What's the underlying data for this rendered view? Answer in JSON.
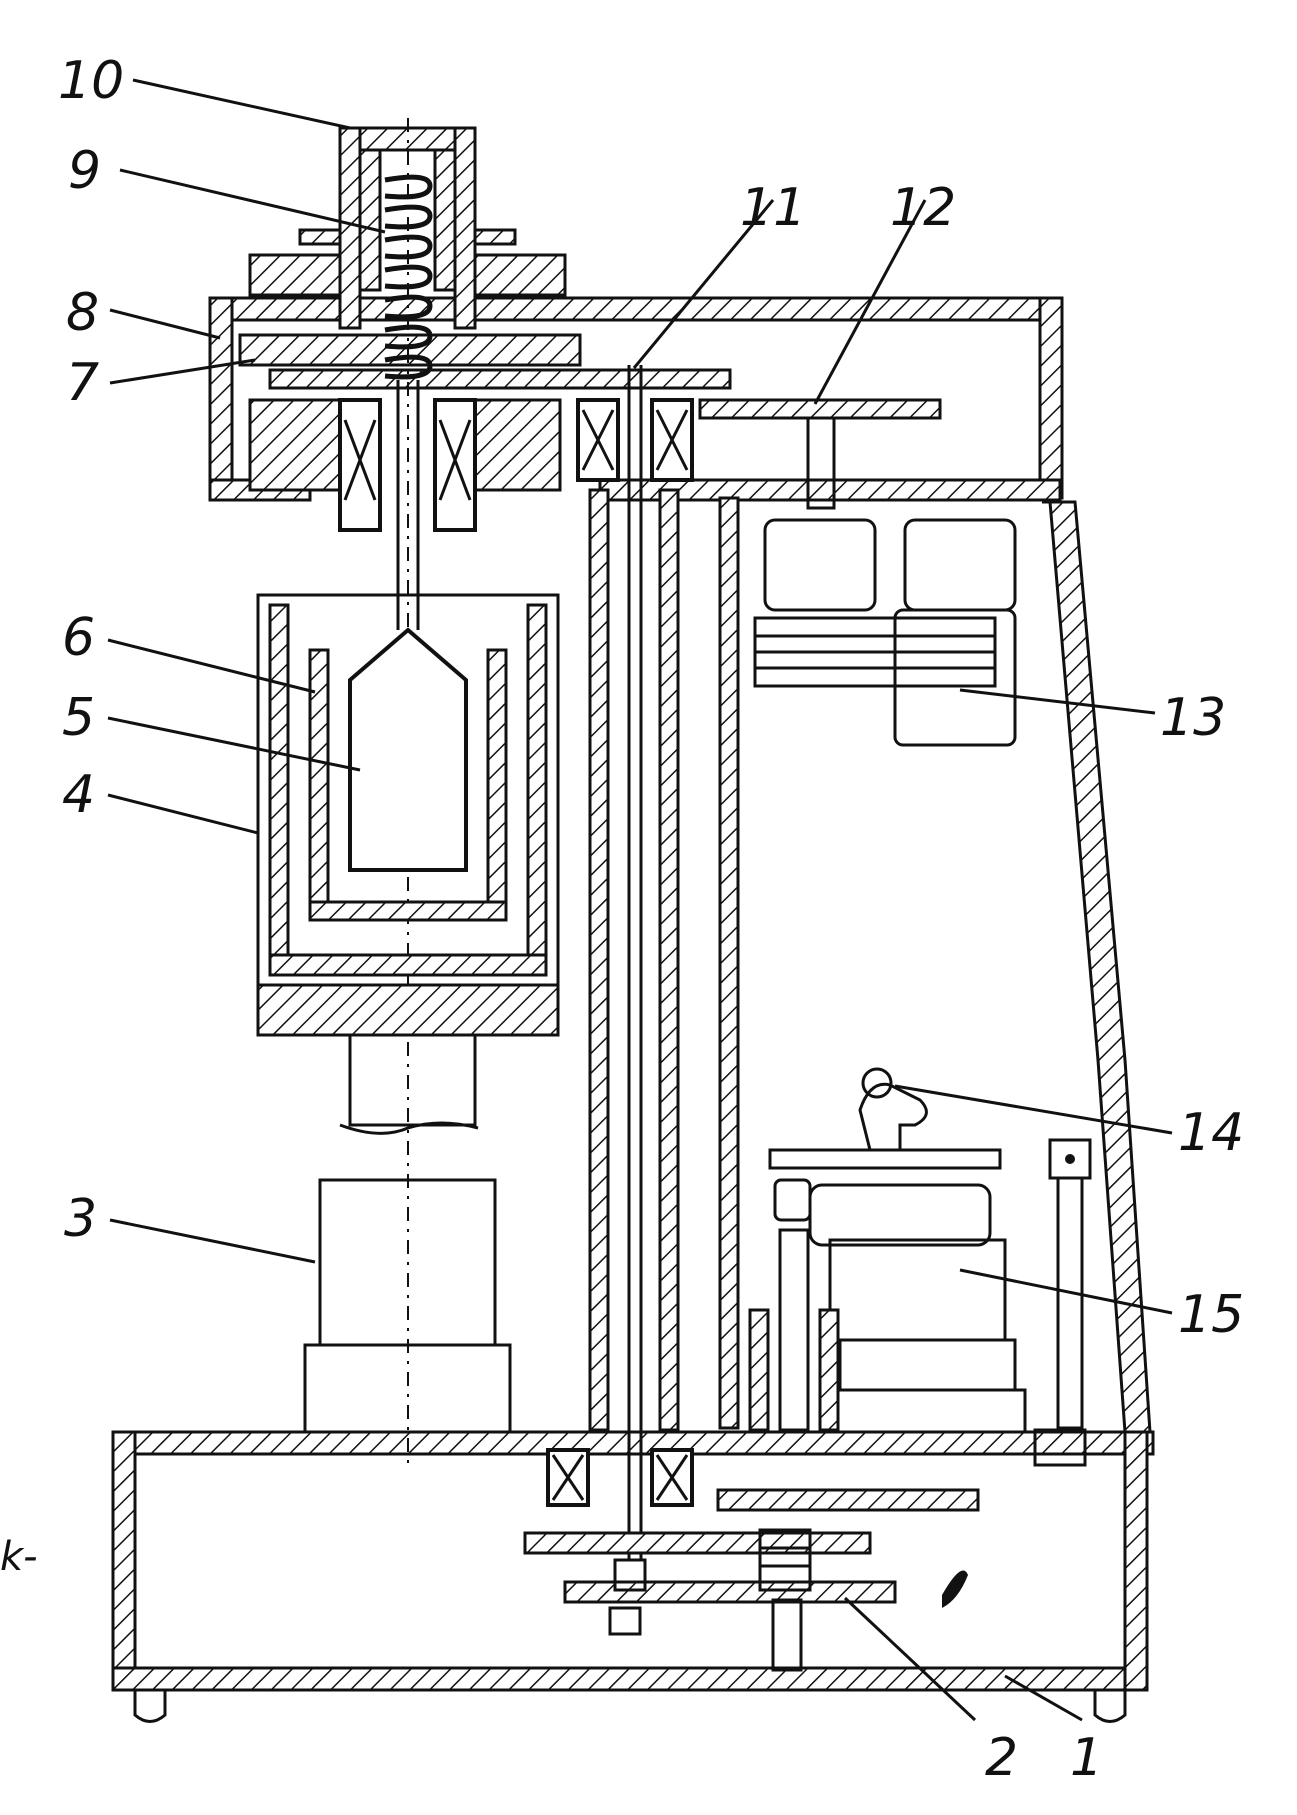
{
  "labels": {
    "l1": "1",
    "l2": "2",
    "l3": "3",
    "l4": "4",
    "l5": "5",
    "l6": "6",
    "l7": "7",
    "l8": "8",
    "l9": "9",
    "l10": "10",
    "l11": "11",
    "l12": "12",
    "l13": "13",
    "l14": "14",
    "l15": "15"
  },
  "margin_mark": "k-"
}
